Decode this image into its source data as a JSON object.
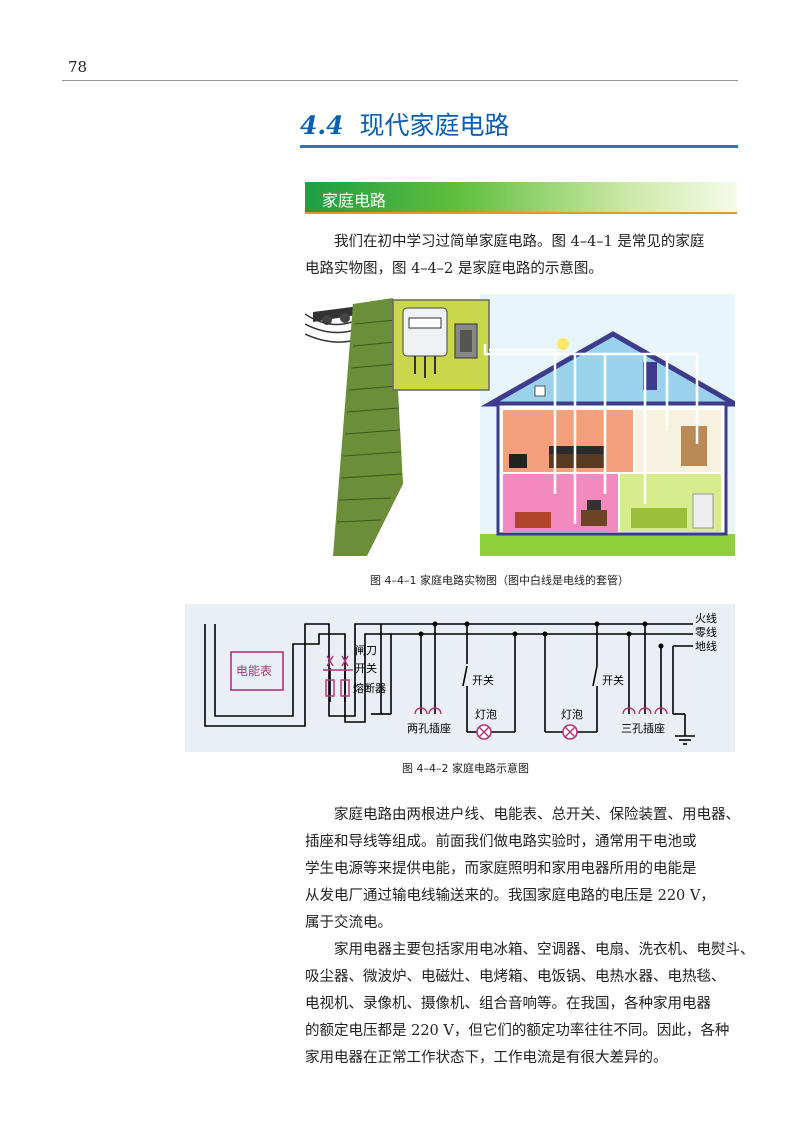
{
  "page": {
    "number": "78"
  },
  "section": {
    "number": "4.4",
    "title": "现代家庭电路"
  },
  "subsection": {
    "title": "家庭电路"
  },
  "intro_lines": [
    "我们在初中学习过简单家庭电路。图 4–4–1 是常见的家庭",
    "电路实物图，图 4–4–2 是家庭电路的示意图。"
  ],
  "figure1": {
    "caption": "图 4–4–1   家庭电路实物图（图中白线是电线的套管）"
  },
  "figure2": {
    "caption": "图 4–4–2   家庭电路示意图",
    "labels": {
      "live": "火线",
      "neutral": "零线",
      "ground": "地线",
      "meter": "电能表",
      "knife": "闸刀",
      "switch_main": "开关",
      "fuse": "熔断器",
      "switch1": "开关",
      "switch2": "开关",
      "socket2": "两孔插座",
      "bulb1": "灯泡",
      "bulb2": "灯泡",
      "socket3": "三孔插座"
    }
  },
  "body1_lines": [
    "家庭电路由两根进户线、电能表、总开关、保险装置、用电器、",
    "插座和导线等组成。前面我们做电路实验时，通常用干电池或",
    "学生电源等来提供电能，而家庭照明和家用电器所用的电能是",
    "从发电厂通过输电线输送来的。我国家庭电路的电压是 220 V，",
    "属于交流电。"
  ],
  "body2_lines": [
    "家用电器主要包括家用电冰箱、空调器、电扇、洗衣机、电熨斗、",
    "吸尘器、微波炉、电磁灶、电烤箱、电饭锅、电热水器、电热毯、",
    "电视机、录像机、摄像机、组合音响等。在我国，各种家用电器",
    "的额定电压都是 220 V，但它们的额定功率往往不同。因此，各种",
    "家用电器在正常工作状态下，工作电流是有很大差异的。"
  ]
}
